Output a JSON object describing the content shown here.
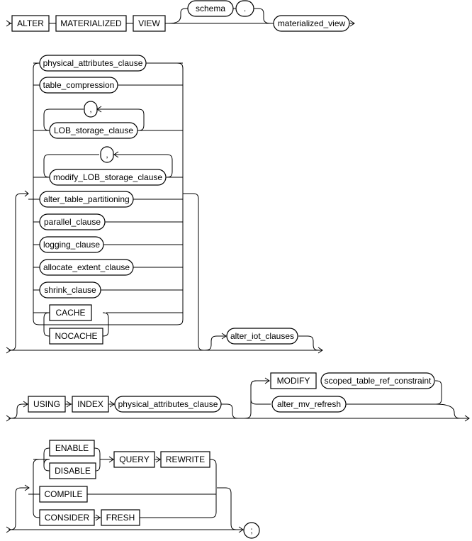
{
  "diagram": {
    "row1": {
      "kw_alter": "ALTER",
      "kw_materialized": "MATERIALIZED",
      "kw_view": "VIEW",
      "schema": "schema",
      "dot": ".",
      "materialized_view": "materialized_view"
    },
    "row2": {
      "physical_attributes_clause": "physical_attributes_clause",
      "table_compression": "table_compression",
      "comma1": ",",
      "lob_storage_clause": "LOB_storage_clause",
      "comma2": ",",
      "modify_lob_storage_clause": "modify_LOB_storage_clause",
      "alter_table_partitioning": "alter_table_partitioning",
      "parallel_clause": "parallel_clause",
      "logging_clause": "logging_clause",
      "allocate_extent_clause": "allocate_extent_clause",
      "shrink_clause": "shrink_clause",
      "kw_cache": "CACHE",
      "kw_nocache": "NOCACHE",
      "alter_iot_clauses": "alter_iot_clauses"
    },
    "row3": {
      "kw_using": "USING",
      "kw_index": "INDEX",
      "physical_attributes_clause": "physical_attributes_clause",
      "kw_modify": "MODIFY",
      "scoped_table_ref_constraint": "scoped_table_ref_constraint",
      "alter_mv_refresh": "alter_mv_refresh"
    },
    "row4": {
      "kw_enable": "ENABLE",
      "kw_disable": "DISABLE",
      "kw_query": "QUERY",
      "kw_rewrite": "REWRITE",
      "kw_compile": "COMPILE",
      "kw_consider": "CONSIDER",
      "kw_fresh": "FRESH",
      "semicolon": ";"
    }
  }
}
